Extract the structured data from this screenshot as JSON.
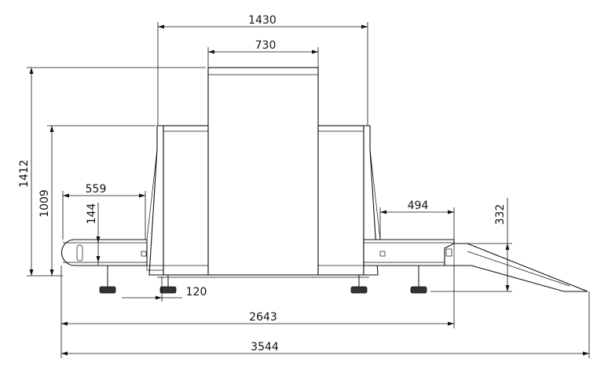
{
  "drawing": {
    "dimensions": {
      "overall_length": "3544",
      "conveyor_length": "2643",
      "top_width": "1430",
      "tunnel_width": "730",
      "total_height": "1412",
      "body_height": "1009",
      "infeed_length": "559",
      "outfeed_length": "494",
      "belt_height": "144",
      "roller_height": "332",
      "foot_offset": "120"
    },
    "colors": {
      "line": "#111111",
      "background": "#ffffff"
    }
  }
}
